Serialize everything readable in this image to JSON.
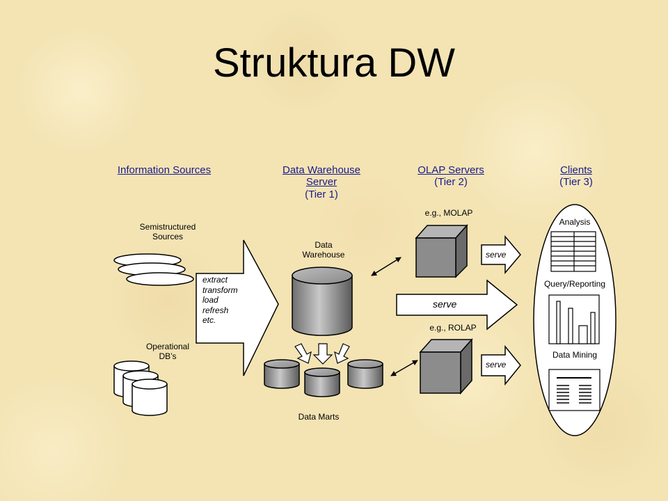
{
  "title": "Struktura DW",
  "headers": {
    "information_sources": "Information Sources",
    "dw_server_line1": "Data Warehouse",
    "dw_server_line2": "Server",
    "dw_server_tier": "(Tier 1)",
    "olap_servers": "OLAP Servers",
    "olap_tier": "(Tier 2)",
    "clients": "Clients",
    "clients_tier": "(Tier 3)"
  },
  "labels": {
    "semistructured_line1": "Semistructured",
    "semistructured_line2": "Sources",
    "operational_line1": "Operational",
    "operational_line2": "DB’s",
    "etl": [
      "extract",
      "transform",
      "load",
      "refresh",
      "etc."
    ],
    "dw_line1": "Data",
    "dw_line2": "Warehouse",
    "data_marts": "Data Marts",
    "molap": "e.g., MOLAP",
    "rolap": "e.g., ROLAP",
    "serve_top": "serve",
    "serve_middle": "serve",
    "serve_bottom": "serve",
    "analysis": "Analysis",
    "query_reporting": "Query/Reporting",
    "data_mining": "Data Mining"
  },
  "colors": {
    "header_text": "#1a1a8c",
    "cube": "#8c8c8c",
    "cylinder": "#9a9a9a",
    "background": "#f4e4b4"
  }
}
